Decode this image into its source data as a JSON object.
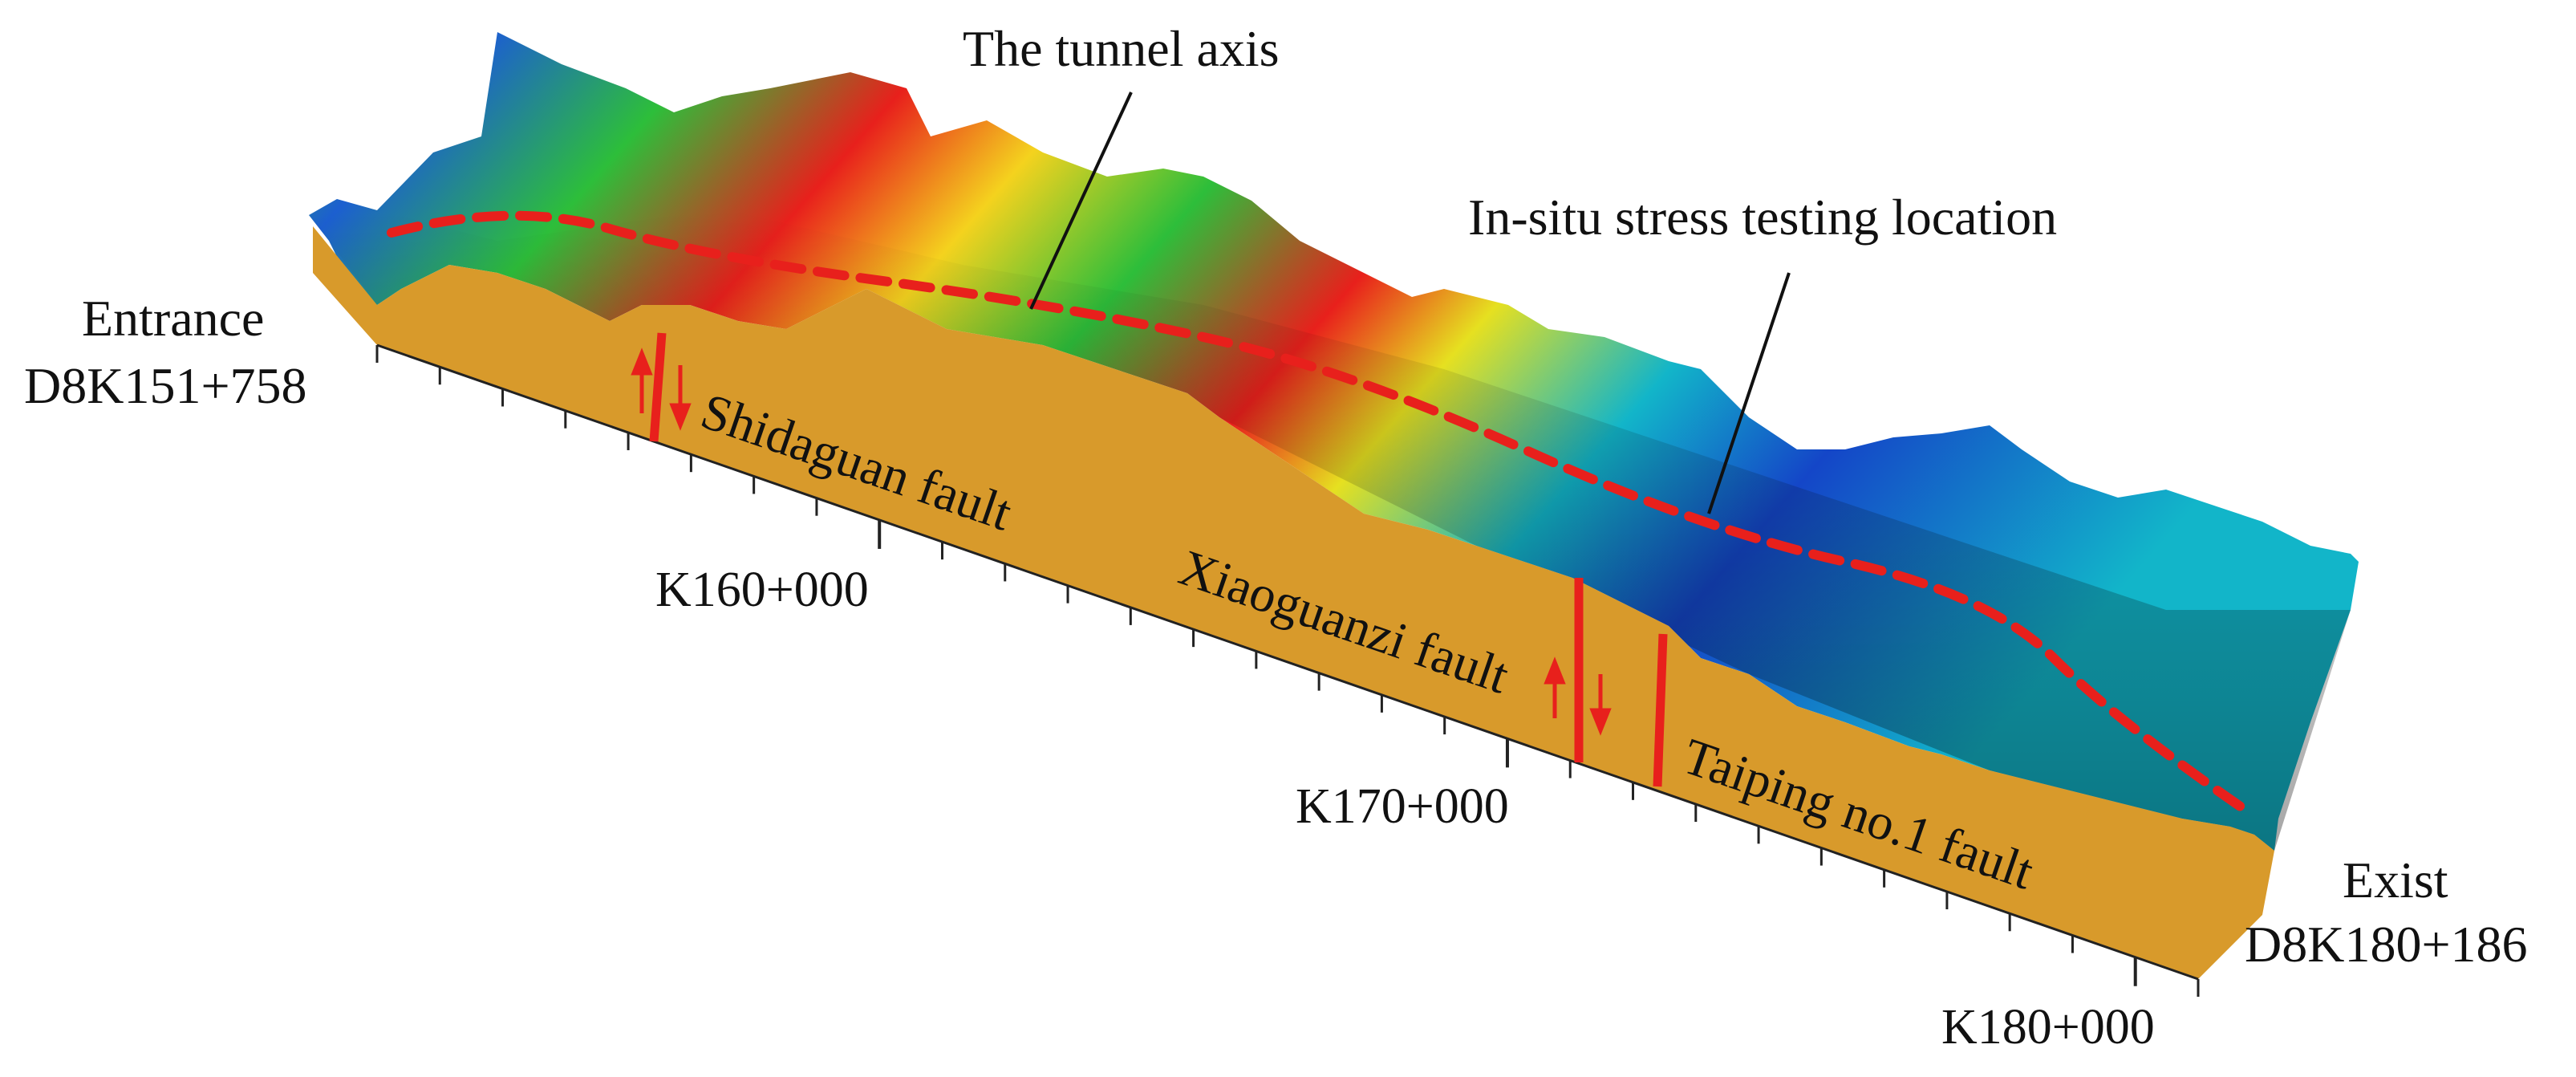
{
  "annotations": {
    "tunnel_axis": "The tunnel axis",
    "stress_location": "In-situ stress testing location"
  },
  "portals": {
    "entrance_label": "Entrance",
    "entrance_chainage": "D8K151+758",
    "exit_label": "Exist",
    "exit_chainage": "D8K180+186"
  },
  "faults": [
    {
      "name": "Shidaguan fault"
    },
    {
      "name": "Xiaoguanzi fault"
    },
    {
      "name": "Taiping no.1 fault"
    }
  ],
  "mileage_marks": [
    "K160+000",
    "K170+000",
    "K180+000"
  ],
  "colors": {
    "base": "#D89A2B",
    "base_side": "#B97F1E",
    "tunnel_line": "#E8201C",
    "fault_line": "#E8201C",
    "terrain_high": "#E8201C",
    "terrain_mid": "#E6E020",
    "terrain_low": "#2DBE3A",
    "terrain_valley": "#12B5C9",
    "terrain_deep": "#1446C8"
  }
}
